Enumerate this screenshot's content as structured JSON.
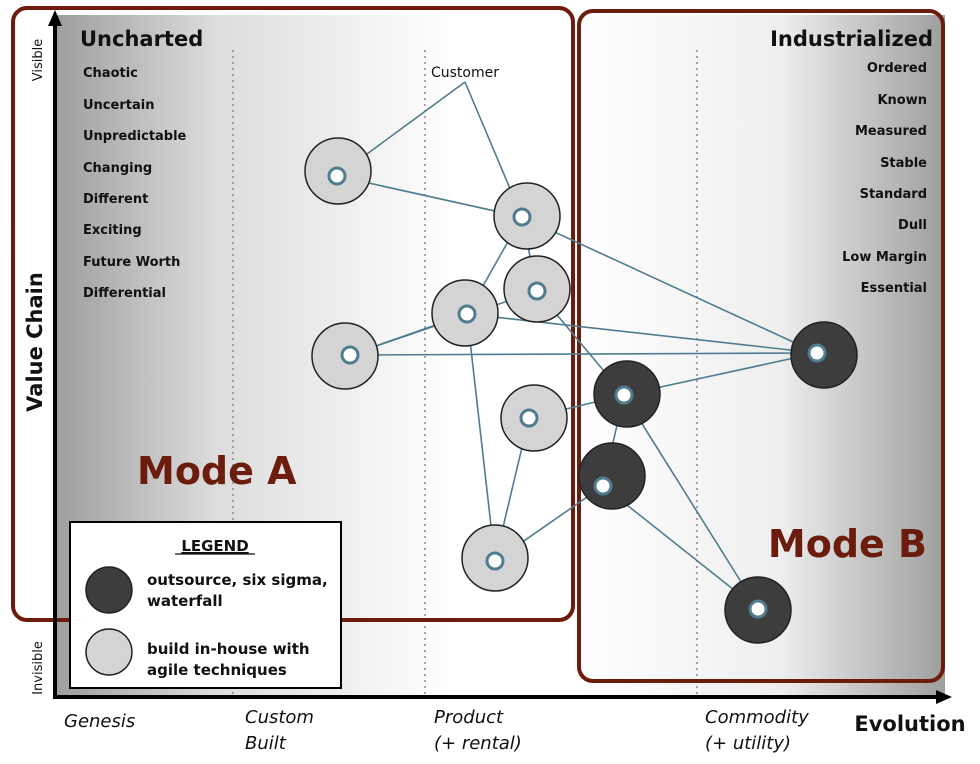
{
  "axes": {
    "y_title": "Value Chain",
    "y_top": "Visible",
    "y_bottom": "Invisible",
    "x_title": "Evolution",
    "stages": [
      {
        "line1": "Genesis",
        "line2": ""
      },
      {
        "line1": "Custom",
        "line2": "Built"
      },
      {
        "line1": "Product",
        "line2": "(+ rental)"
      },
      {
        "line1": "Commodity",
        "line2": "(+ utility)"
      }
    ]
  },
  "left_region": {
    "title": "Uncharted",
    "qualities": [
      "Chaotic",
      "Uncertain",
      "Unpredictable",
      "Changing",
      "Different",
      "Exciting",
      "Future Worth",
      "Differential"
    ],
    "mode_label": "Mode A"
  },
  "right_region": {
    "title": "Industrialized",
    "qualities": [
      "Ordered",
      "Known",
      "Measured",
      "Stable",
      "Standard",
      "Dull",
      "Low Margin",
      "Essential"
    ],
    "mode_label": "Mode B"
  },
  "anchor_label": "Customer",
  "legend": {
    "title": "LEGEND",
    "items": [
      {
        "kind": "outsource",
        "line1": "outsource, six sigma,",
        "line2": "waterfall",
        "color": "#3d3d3d"
      },
      {
        "kind": "inhouse",
        "line1": "build in-house with",
        "line2": "agile techniques",
        "color": "#d4d4d4"
      }
    ]
  },
  "colors": {
    "frame": "#6b1c0c",
    "link": "#4f7d8f",
    "outsource": "#3d3d3d",
    "inhouse": "#d4d4d4"
  },
  "components": [
    {
      "id": "c1",
      "kind": "inhouse"
    },
    {
      "id": "c2",
      "kind": "inhouse"
    },
    {
      "id": "c3",
      "kind": "inhouse"
    },
    {
      "id": "c4",
      "kind": "inhouse"
    },
    {
      "id": "c5",
      "kind": "inhouse"
    },
    {
      "id": "c6",
      "kind": "inhouse"
    },
    {
      "id": "c7",
      "kind": "inhouse"
    },
    {
      "id": "c8",
      "kind": "outsource"
    },
    {
      "id": "c9",
      "kind": "outsource"
    },
    {
      "id": "c10",
      "kind": "outsource"
    },
    {
      "id": "c11",
      "kind": "outsource"
    }
  ],
  "links": [
    [
      "customer",
      "c1"
    ],
    [
      "customer",
      "c2"
    ],
    [
      "c1",
      "c2"
    ],
    [
      "c2",
      "c4"
    ],
    [
      "c2",
      "c3"
    ],
    [
      "c2",
      "c8"
    ],
    [
      "c3",
      "c5"
    ],
    [
      "c3",
      "c9"
    ],
    [
      "c4",
      "c5"
    ],
    [
      "c4",
      "c7"
    ],
    [
      "c4",
      "c8"
    ],
    [
      "c5",
      "c8"
    ],
    [
      "c6",
      "c7"
    ],
    [
      "c6",
      "c9"
    ],
    [
      "c7",
      "c10"
    ],
    [
      "c9",
      "c8"
    ],
    [
      "c9",
      "c11"
    ],
    [
      "c10",
      "c9"
    ],
    [
      "c10",
      "c11"
    ]
  ]
}
